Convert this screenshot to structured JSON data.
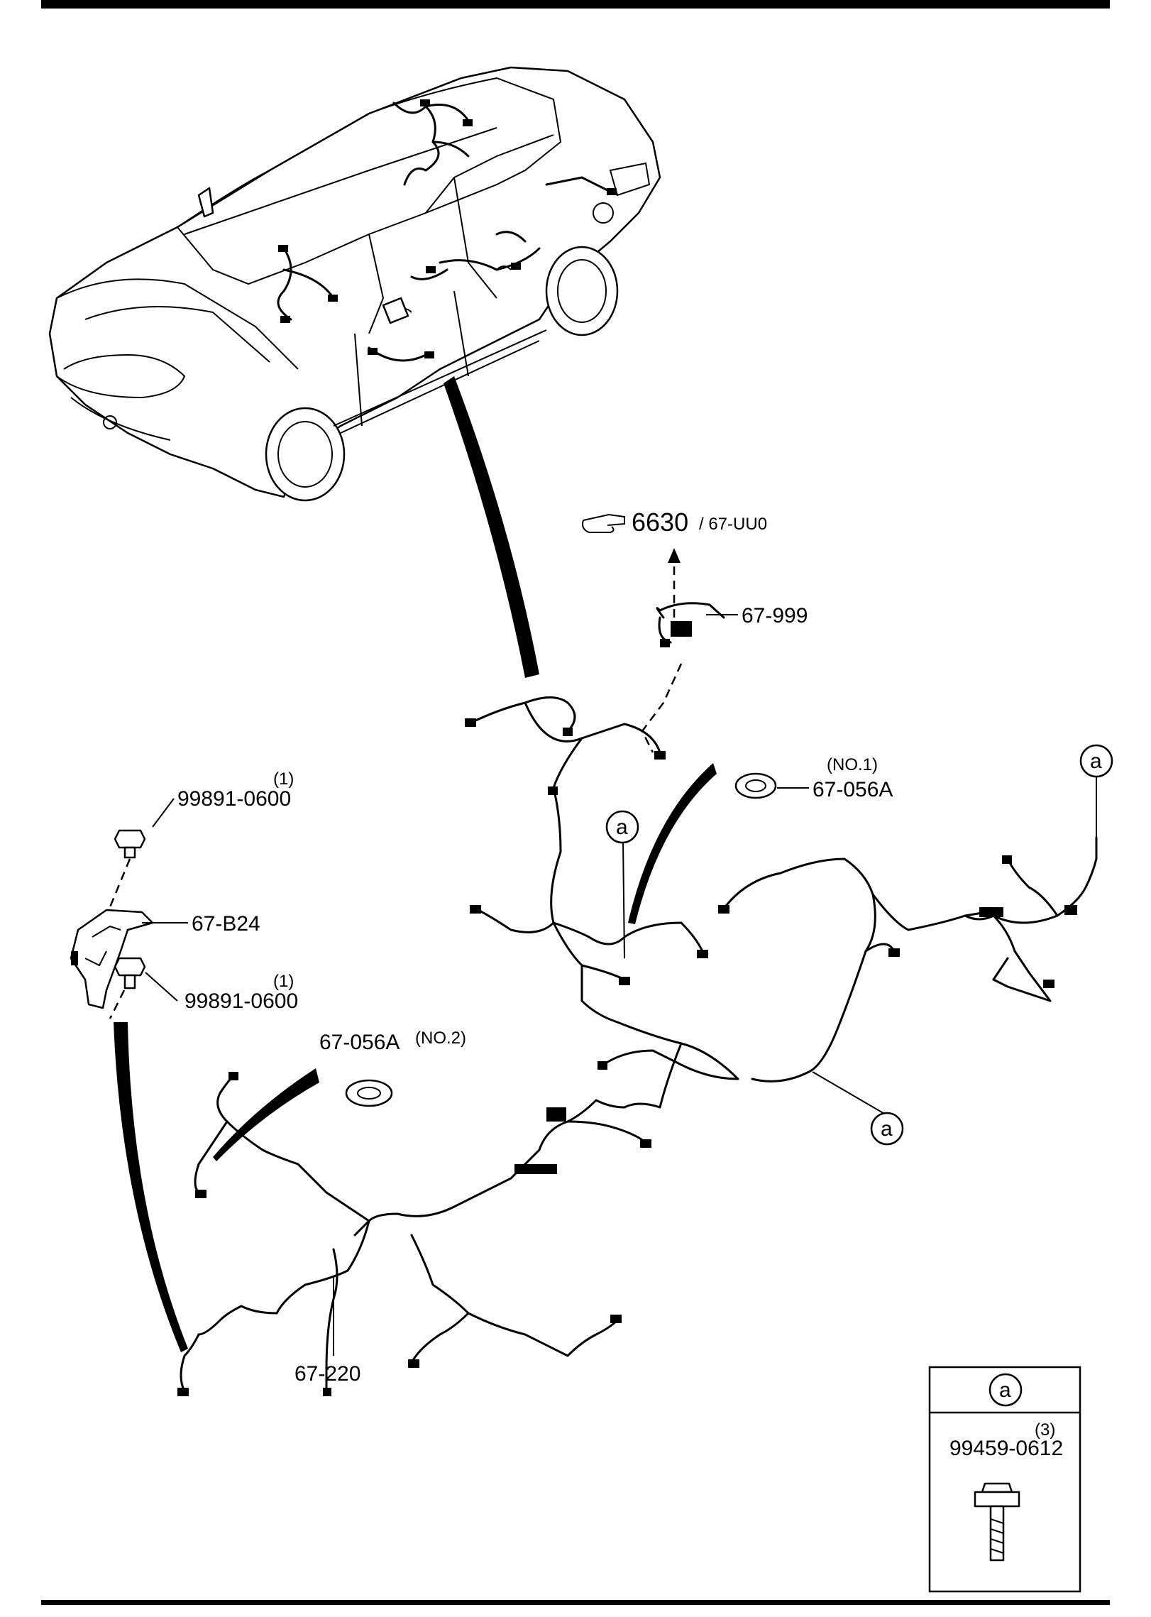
{
  "top_reference": {
    "section_number": "6630",
    "section_part": "/ 67-UU0",
    "icon": "pointing-hand-icon"
  },
  "labels": {
    "part_67_999": "67-999",
    "grommet_no1_qty": "(NO.1)",
    "grommet_no1": "67-056A",
    "grommet_no2": "67-056A",
    "grommet_no2_qty": "(NO.2)",
    "bolt_top": "99891-0600",
    "bolt_top_qty": "(1)",
    "bracket": "67-B24",
    "bolt_bottom": "99891-0600",
    "bolt_bottom_qty": "(1)",
    "harness": "67-220"
  },
  "callouts": {
    "letter": "a"
  },
  "legend_box": {
    "letter": "a",
    "part_qty": "(3)",
    "part_number": "99459-0612",
    "icon": "flange-bolt-icon"
  }
}
